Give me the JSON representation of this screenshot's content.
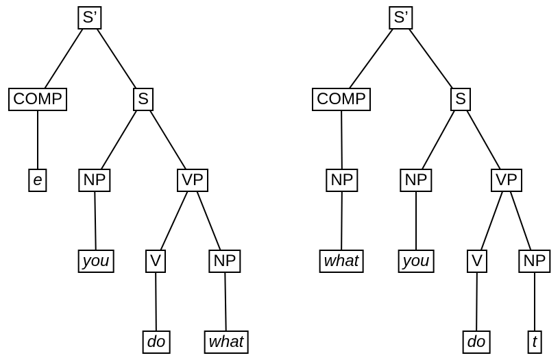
{
  "diagram_type": "syntax-trees",
  "colors": {
    "background": "#ffffff",
    "box_border": "#000000",
    "line": "#000000",
    "text": "#000000"
  },
  "trees": [
    {
      "name": "left-tree",
      "nodes": {
        "sbar": "S’",
        "comp": "COMP",
        "s": "S",
        "e": "e",
        "np1": "NP",
        "vp": "VP",
        "you": "you",
        "v": "V",
        "np2": "NP",
        "do": "do",
        "what": "what"
      }
    },
    {
      "name": "right-tree",
      "nodes": {
        "sbar": "S’",
        "comp": "COMP",
        "np0": "NP",
        "what": "what",
        "s": "S",
        "np1": "NP",
        "you": "you",
        "vp": "VP",
        "v": "V",
        "np2": "NP",
        "do": "do",
        "t": "t"
      }
    }
  ]
}
